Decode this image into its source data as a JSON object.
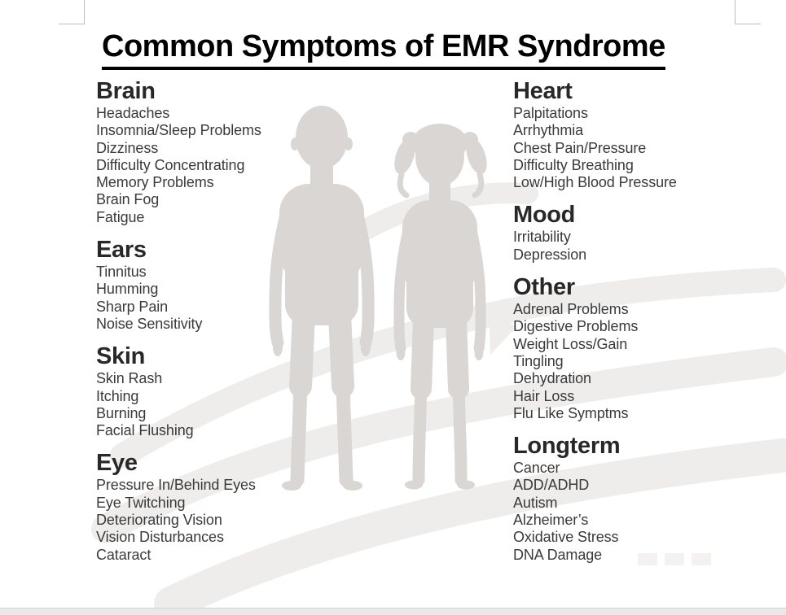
{
  "title": "Common Symptoms of EMR Syndrome",
  "columns": {
    "left": [
      {
        "heading": "Brain",
        "items": [
          "Headaches",
          "Insomnia/Sleep Problems",
          "Dizziness",
          "Difficulty Concentrating",
          "Memory Problems",
          "Brain Fog",
          "Fatigue"
        ]
      },
      {
        "heading": "Ears",
        "items": [
          "Tinnitus",
          "Humming",
          "Sharp Pain",
          "Noise Sensitivity"
        ]
      },
      {
        "heading": "Skin",
        "items": [
          "Skin Rash",
          "Itching",
          "Burning",
          "Facial Flushing"
        ]
      },
      {
        "heading": "Eye",
        "items": [
          "Pressure In/Behind Eyes",
          "Eye Twitching",
          "Deteriorating Vision",
          "Vision Disturbances",
          "Cataract"
        ]
      }
    ],
    "right": [
      {
        "heading": "Heart",
        "items": [
          "Palpitations",
          "Arrhythmia",
          "Chest Pain/Pressure",
          "Difficulty Breathing",
          "Low/High Blood Pressure"
        ]
      },
      {
        "heading": "Mood",
        "items": [
          "Irritability",
          "Depression"
        ]
      },
      {
        "heading": "Other",
        "items": [
          "Adrenal Problems",
          "Digestive Problems",
          "Weight Loss/Gain",
          "Tingling",
          "Dehydration",
          "Hair Loss",
          "Flu Like Symptms"
        ]
      },
      {
        "heading": "Longterm",
        "items": [
          "Cancer",
          "ADD/ADHD",
          "Autism",
          "Alzheimer’s",
          "Oxidative Stress",
          "DNA Damage"
        ]
      }
    ]
  },
  "illustration": {
    "boy": "boy-child-silhouette",
    "girl": "girl-child-silhouette",
    "waves": "radiation-wave-arcs"
  },
  "colors": {
    "silhouette": "#d9d6d4",
    "waves": "#efedeb",
    "title_text": "#000000",
    "heading_text": "#282828",
    "item_text": "#3a3a3a",
    "bottom_bar": "#e9e9e9",
    "corner_mark": "#bdbdbd",
    "watermark_box": "#f3f2f0"
  }
}
